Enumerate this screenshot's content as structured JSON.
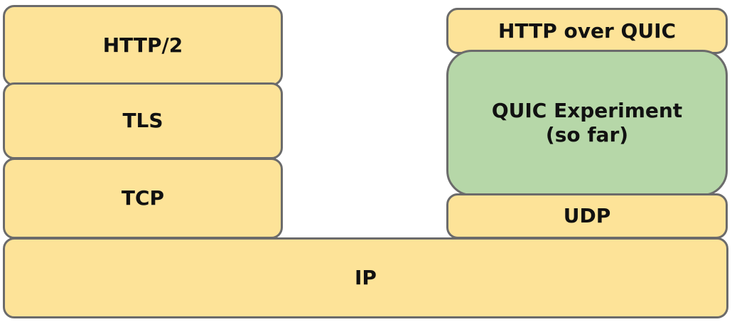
{
  "layers": {
    "http2": "HTTP/2",
    "tls": "TLS",
    "tcp": "TCP",
    "ip": "IP",
    "http_over_quic": "HTTP over QUIC",
    "quic_experiment": {
      "line1": "QUIC Experiment",
      "line2": "(so far)"
    },
    "udp": "UDP"
  },
  "colors": {
    "yellow_fill": "#fde398",
    "green_fill": "#b6d7a8",
    "border": "#6b6b6b",
    "text": "#111111"
  }
}
